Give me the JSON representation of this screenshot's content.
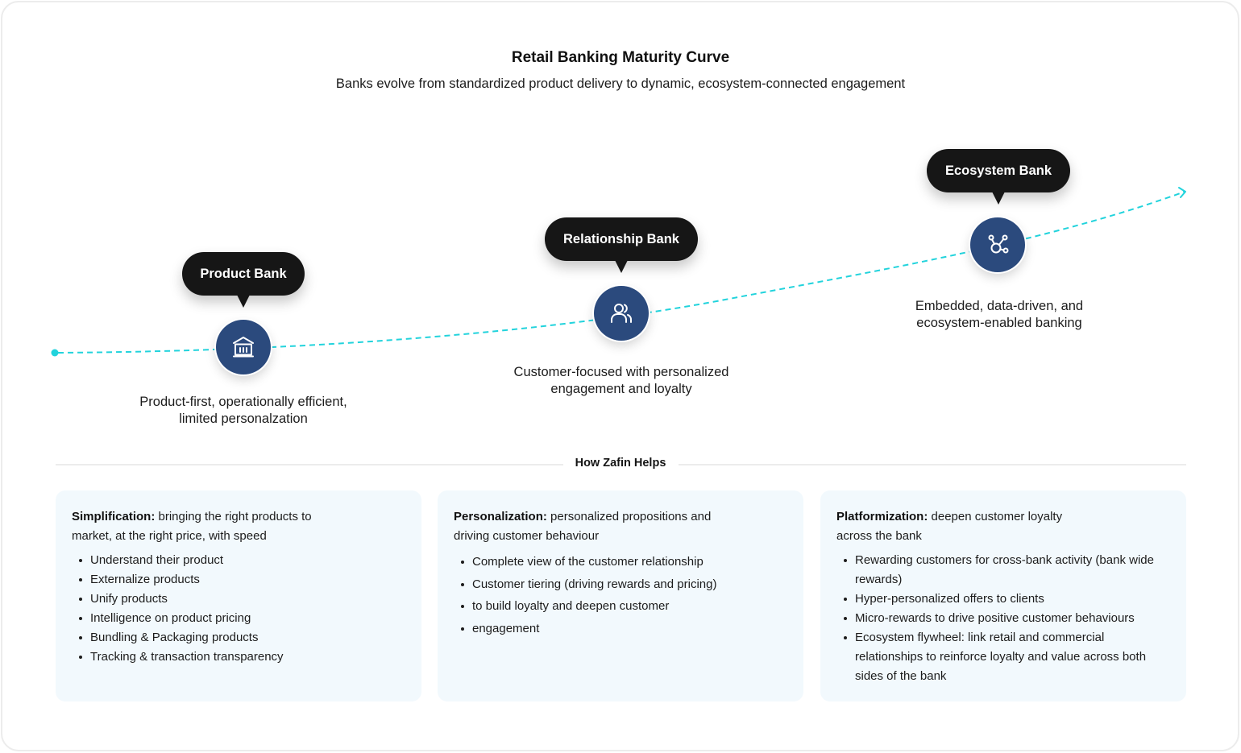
{
  "header": {
    "title": "Retail Banking Maturity Curve",
    "subtitle": "Banks evolve from standardized product delivery to dynamic, ecosystem-connected engagement"
  },
  "colors": {
    "curve": "#22d3dc",
    "node": "#2b4a7d",
    "bubble": "#161616",
    "card_bg": "#f2f9fd"
  },
  "stages": [
    {
      "label": "Product Bank",
      "icon": "bank-icon",
      "description_lines": [
        "Product-first, operationally efficient,",
        "limited personalzation"
      ]
    },
    {
      "label": "Relationship Bank",
      "icon": "users-icon",
      "description_lines": [
        "Customer-focused with personalized",
        "engagement and loyalty"
      ]
    },
    {
      "label": "Ecosystem Bank",
      "icon": "network-icon",
      "description_lines": [
        "Embedded, data-driven, and",
        "ecosystem-enabled banking"
      ]
    }
  ],
  "section": {
    "title": "How Zafin Helps"
  },
  "cards": [
    {
      "heading": "Simplification:",
      "lead": " bringing the right products to market, at the right price, with speed",
      "items": [
        "Understand their product",
        "Externalize products",
        "Unify products",
        "Intelligence on product pricing",
        "Bundling & Packaging products",
        "Tracking & transaction transparency"
      ]
    },
    {
      "heading": "Personalization:",
      "lead": " personalized propositions and driving customer behaviour",
      "items": [
        "Complete view of the customer relationship",
        "Customer tiering (driving rewards and pricing)",
        "to build loyalty and deepen customer",
        "engagement"
      ]
    },
    {
      "heading": "Platformization:",
      "lead": " deepen customer loyalty across the bank",
      "items": [
        "Rewarding customers for cross-bank activity (bank wide rewards)",
        "Hyper-personalized offers to clients",
        "Micro-rewards to drive positive customer behaviours",
        "Ecosystem flywheel: link retail and commercial relationships to reinforce loyalty and value across both sides of the bank"
      ]
    }
  ]
}
